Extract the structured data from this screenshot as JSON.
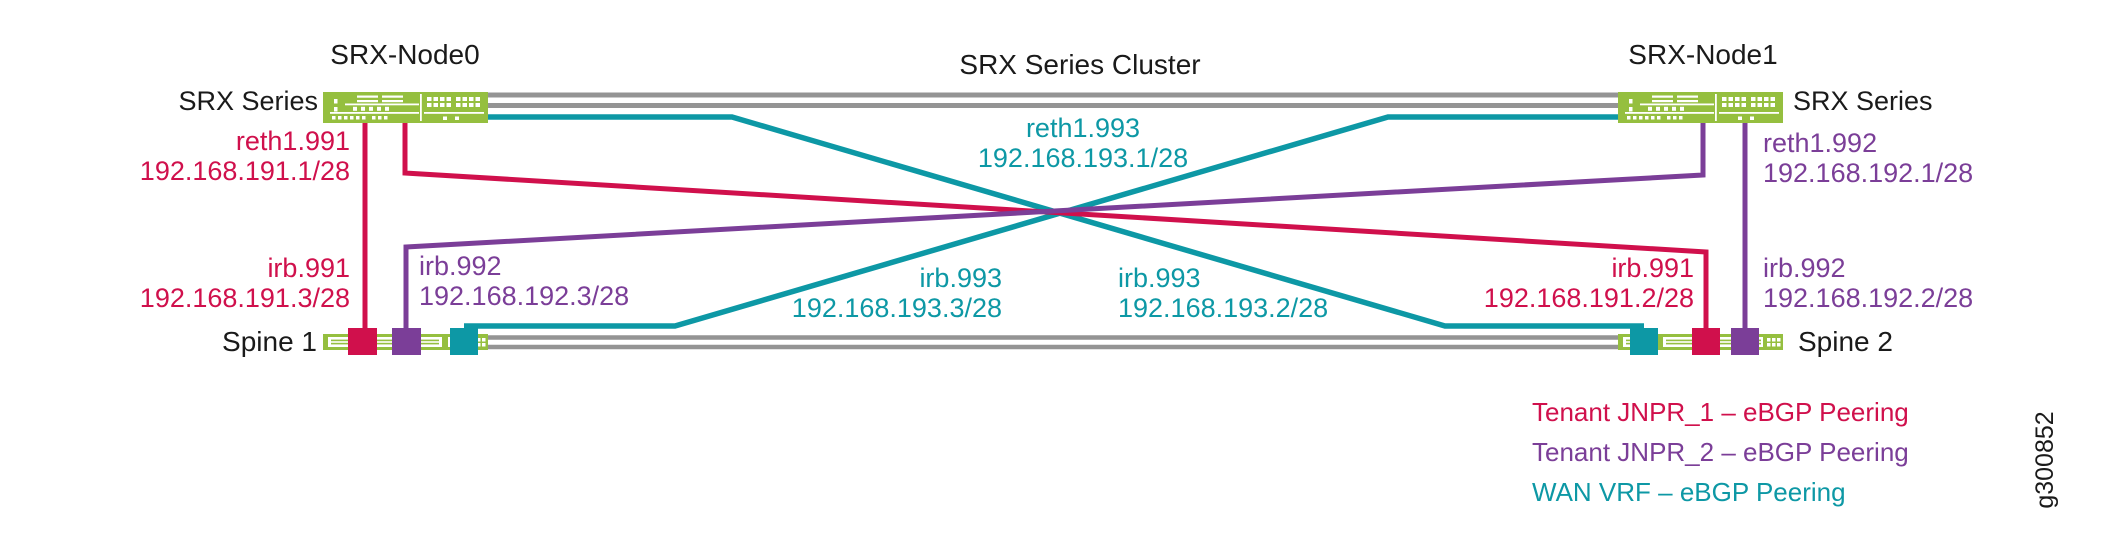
{
  "cluster": {
    "label": "SRX Series Cluster"
  },
  "devices": {
    "node0": {
      "name": "SRX-Node0",
      "type_label": "SRX Series"
    },
    "node1": {
      "name": "SRX-Node1",
      "type_label": "SRX Series"
    },
    "spine1": {
      "name": "Spine 1"
    },
    "spine2": {
      "name": "Spine 2"
    }
  },
  "interfaces": {
    "reth1_991": {
      "name": "reth1.991",
      "ip": "192.168.191.1/28"
    },
    "reth1_993": {
      "name": "reth1.993",
      "ip": "192.168.193.1/28"
    },
    "reth1_992": {
      "name": "reth1.992",
      "ip": "192.168.192.1/28"
    },
    "irb991_spine1": {
      "name": "irb.991",
      "ip": "192.168.191.3/28"
    },
    "irb992_spine1": {
      "name": "irb.992",
      "ip": "192.168.192.3/28"
    },
    "irb993_spine1": {
      "name": "irb.993",
      "ip": "192.168.193.3/28"
    },
    "irb993_spine2": {
      "name": "irb.993",
      "ip": "192.168.193.2/28"
    },
    "irb991_spine2": {
      "name": "irb.991",
      "ip": "192.168.191.2/28"
    },
    "irb992_spine2": {
      "name": "irb.992",
      "ip": "192.168.192.2/28"
    }
  },
  "legend": {
    "tenant1": "Tenant JNPR_1 – eBGP Peering",
    "tenant2": "Tenant JNPR_2 – eBGP Peering",
    "wan": "WAN VRF – eBGP Peering"
  },
  "figure_id": "g300852",
  "colors": {
    "red": "#d0104c",
    "purple": "#7b3e98",
    "teal": "#0d98a5",
    "green": "#95bf3f",
    "gray": "#949494",
    "ink": "#1a1a1a"
  }
}
